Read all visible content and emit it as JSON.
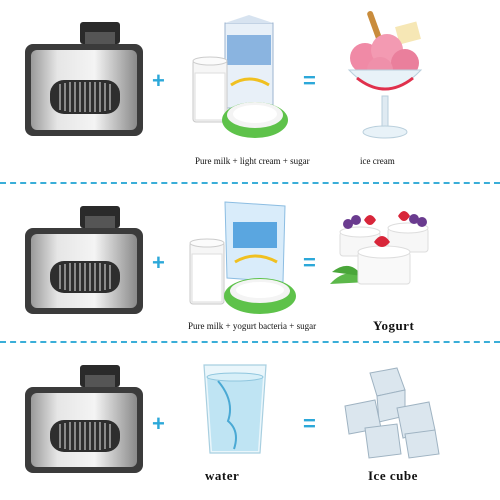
{
  "operators": {
    "plus": "+",
    "equals": "="
  },
  "rows": [
    {
      "ingredients": "Pure milk + light cream + sugar",
      "result": "ice cream"
    },
    {
      "ingredients": "Pure milk + yogurt bacteria + sugar",
      "result": "Yogurt"
    },
    {
      "ingredients": "water",
      "result": "Ice cube"
    }
  ],
  "colors": {
    "accent": "#2ca8d9",
    "divider": "#3aaed8"
  }
}
